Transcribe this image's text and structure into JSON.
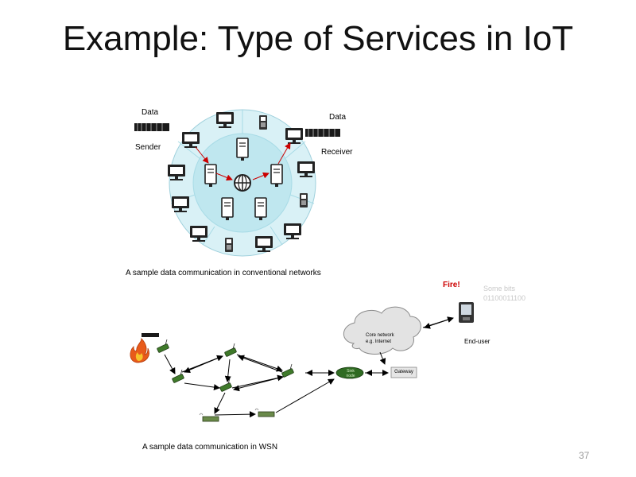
{
  "slide": {
    "title": "Example: Type of Services in IoT",
    "page_number": "37"
  },
  "top_diagram": {
    "label_data_left": "Data",
    "label_sender": "Sender",
    "label_data_right": "Data",
    "label_receiver": "Receiver",
    "caption": "A sample data communication in conventional networks"
  },
  "bottom_diagram": {
    "fire_label": "Fire!",
    "bits_line1": "Some bits",
    "bits_line2": "01100011100",
    "cloud_line1": "Core network",
    "cloud_line2": "e.g. Internet",
    "sink_label": "Sink\nnode",
    "gateway_label": "Gateway",
    "end_user_label": "End-user",
    "caption": "A sample data communication in WSN"
  },
  "colors": {
    "network_ring": "#bfe7ef",
    "network_ring_outer": "#d9f1f6",
    "arrow_red": "#cc0000",
    "fire_red": "#cc0000",
    "bits_gray": "#c8c8c8",
    "sensor_green": "#3f7a2a"
  }
}
